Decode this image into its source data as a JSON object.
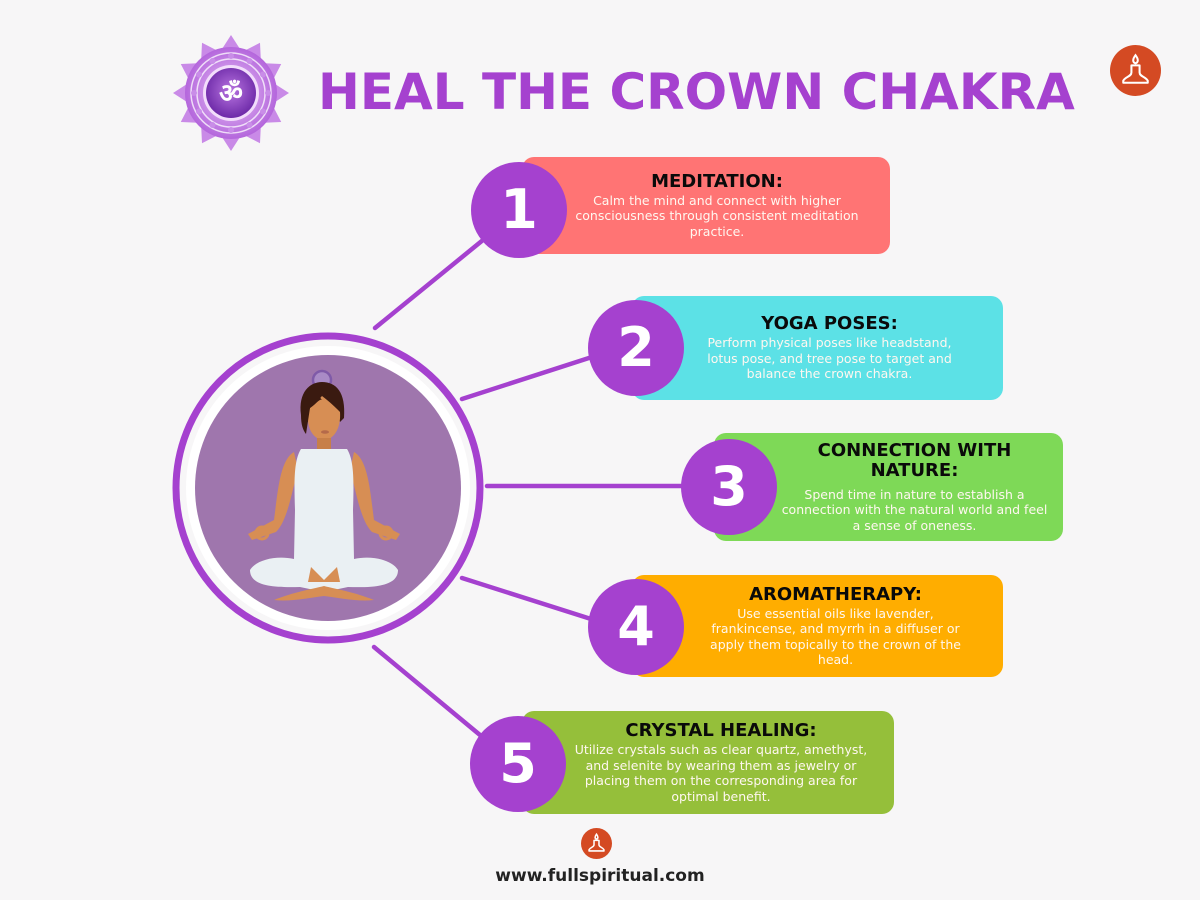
{
  "header": {
    "title": "HEAL THE CROWN CHAKRA",
    "logo_icon": "crown-chakra-lotus-om-icon",
    "brand_icon": "meditation-candle-icon"
  },
  "colors": {
    "accent_purple": "#a541cf",
    "background": "#f7f6f7",
    "brand_orange": "#d44a23",
    "meditator_bg": "#9f76ad"
  },
  "center_illustration": {
    "icon": "meditating-woman-icon",
    "description": "Woman seated in lotus pose with crown chakra above head"
  },
  "steps": [
    {
      "number": "1",
      "title": "MEDITATION:",
      "text": "Calm the mind and connect with higher consciousness through consistent meditation practice.",
      "color": "#ff7474"
    },
    {
      "number": "2",
      "title": "YOGA POSES:",
      "text": "Perform physical poses like headstand, lotus pose, and tree pose to target and balance the crown chakra.",
      "color": "#5ce1e6"
    },
    {
      "number": "3",
      "title": "CONNECTION WITH NATURE:",
      "text": "Spend time in nature to establish a connection with the natural world and feel a sense of oneness.",
      "color": "#7ed957"
    },
    {
      "number": "4",
      "title": "AROMATHERAPY:",
      "text": "Use essential oils like lavender, frankincense, and myrrh in a diffuser or apply them topically to the crown of the head.",
      "color": "#ffad00"
    },
    {
      "number": "5",
      "title": "CRYSTAL HEALING:",
      "text": "Utilize crystals such as clear quartz, amethyst, and selenite by wearing them as jewelry or placing them on the corresponding area for optimal benefit.",
      "color": "#95bf3a"
    }
  ],
  "footer": {
    "icon": "meditation-candle-icon",
    "url": "www.fullspiritual.com"
  }
}
